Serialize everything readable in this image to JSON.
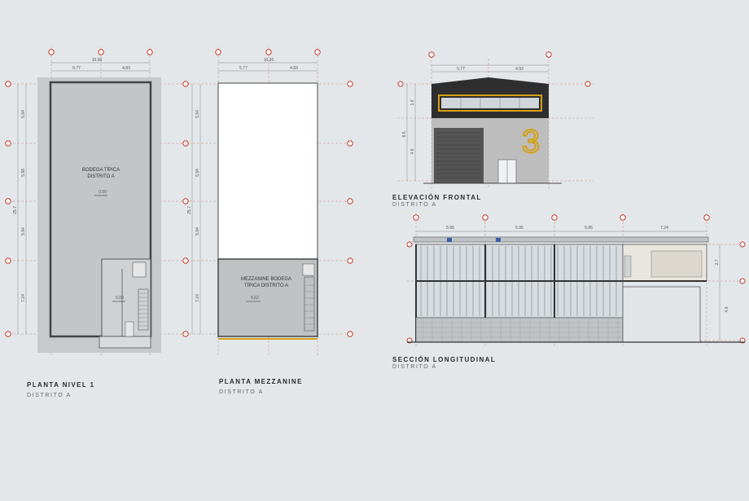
{
  "plan_level1": {
    "title": "PLANTA NIVEL 1",
    "subtitle": "DISTRITO A",
    "room_label_line1": "BODEGA TÍPICA",
    "room_label_line2": "DISTRITO A",
    "level_main": "0.00",
    "level_office": "0.00",
    "dim_total_width": "10.30",
    "dim_bay_1": "5.77",
    "dim_bay_2": "4.83",
    "dim_total_length": "25.7",
    "dim_rows": [
      "5.94",
      "5.98",
      "5.94",
      "7.24"
    ]
  },
  "plan_mezzanine": {
    "title": "PLANTA MEZZANINE",
    "subtitle": "DISTRITO A",
    "room_label_line1": "MEZZANINE BODEGA",
    "room_label_line2": "TÍPICA DISTRITO A",
    "level": "5.62",
    "dim_total_width": "10.30",
    "dim_bay_1": "5.77",
    "dim_bay_2": "4.83",
    "dim_total_length": "25.7",
    "dim_rows": [
      "5.94",
      "5.94",
      "5.94",
      "7.24"
    ]
  },
  "elevation": {
    "title": "ELEVACIÓN FRONTAL",
    "subtitle": "DISTRITO A",
    "unit_number": "3",
    "dim_bay_1": "5.77",
    "dim_bay_2": "4.93",
    "dim_upper": "1.6",
    "dim_lower": "4.6",
    "dim_total": "8.5",
    "colors": {
      "upper_wall": "#2e2e2e",
      "lower_wall": "#bdbdbd",
      "accent": "#d4a017"
    }
  },
  "section": {
    "title": "SECCIÓN LONGITUDINAL",
    "subtitle": "DISTRITO A",
    "dims": [
      "5.95",
      "5.95",
      "5.95",
      "7.24"
    ],
    "dim_right_1": "2.7",
    "dim_right_2": "4.6"
  },
  "colors": {
    "background": "#e3e7ea",
    "plan_fill": "#c7c9cb",
    "grid_marker": "#c0392b",
    "section_glass": "#d6dce0",
    "section_block": "#bfc3c6"
  }
}
